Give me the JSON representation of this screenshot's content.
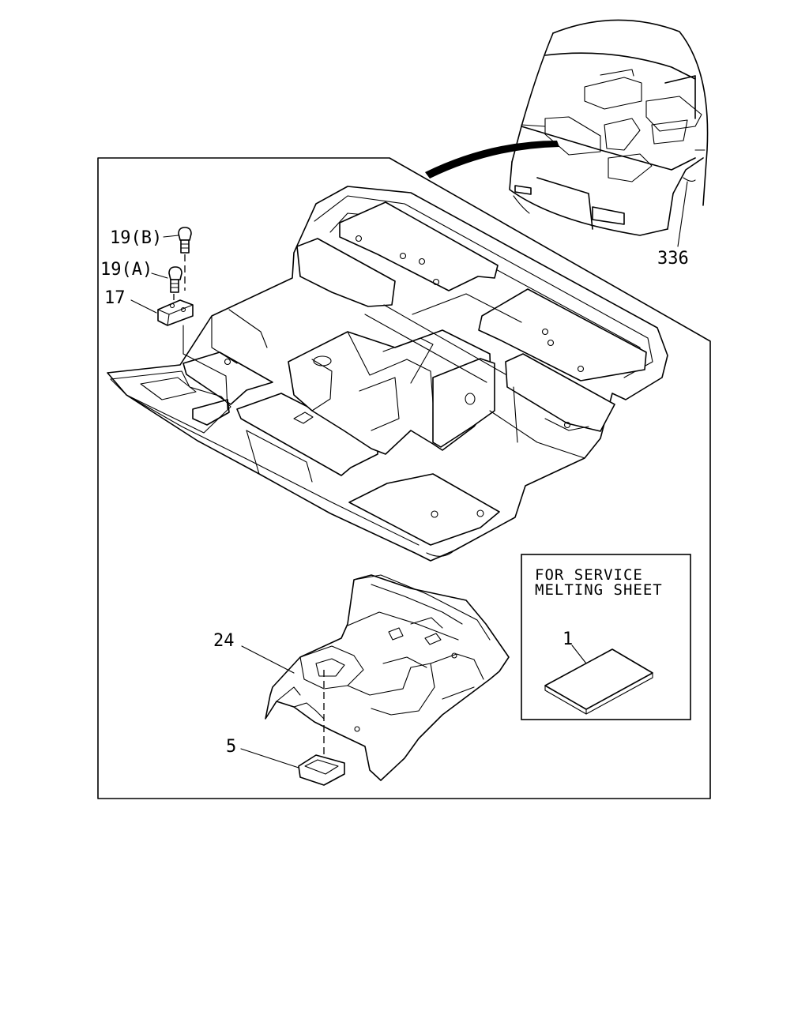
{
  "callouts": {
    "label_19b": "19(B)",
    "label_19a": "19(A)",
    "label_17": "17",
    "label_336": "336",
    "label_24": "24",
    "label_5": "5",
    "label_1": "1"
  },
  "service_box": {
    "line1": "FOR SERVICE",
    "line2": "MELTING SHEET"
  }
}
